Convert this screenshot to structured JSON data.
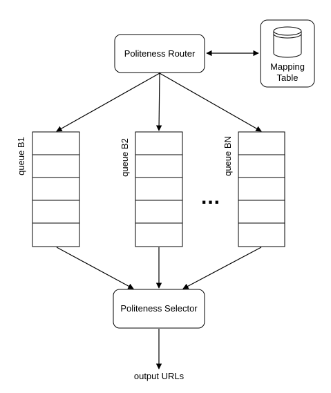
{
  "diagram": {
    "router": {
      "label": "Politeness Router"
    },
    "mapping_table": {
      "label_line1": "Mapping",
      "label_line2": "Table"
    },
    "queues": [
      {
        "label": "queue B1"
      },
      {
        "label": "queue B2"
      },
      {
        "label": "queue BN"
      }
    ],
    "ellipsis": "...",
    "selector": {
      "label": "Politeness Selector"
    },
    "output": {
      "label": "output URLs"
    }
  }
}
